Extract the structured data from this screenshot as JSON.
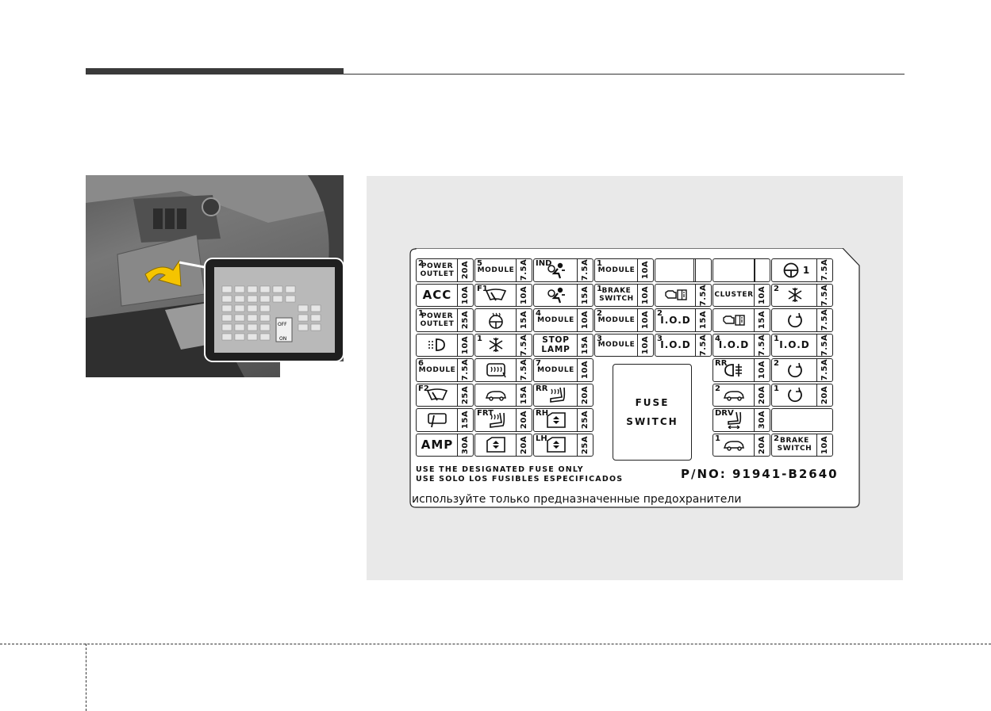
{
  "fuse_label": {
    "cells": [
      {
        "id": "c1",
        "num": "2",
        "lines": [
          "POWER",
          "OUTLET"
        ],
        "amp": "20A"
      },
      {
        "id": "c2",
        "lines": [
          "ACC"
        ],
        "amp": "10A",
        "big": true
      },
      {
        "id": "c3",
        "num": "1",
        "lines": [
          "POWER",
          "OUTLET"
        ],
        "amp": "25A"
      },
      {
        "id": "c4",
        "icon": "fog-lamp-icon",
        "amp": "10A"
      },
      {
        "id": "c5",
        "num": "6",
        "lines": [
          "MODULE"
        ],
        "amp": "7.5A"
      },
      {
        "id": "c6",
        "num": "F2",
        "icon": "wiper-icon",
        "amp": "25A"
      },
      {
        "id": "c7",
        "icon": "rear-wiper-icon",
        "amp": "15A"
      },
      {
        "id": "c8",
        "lines": [
          "AMP"
        ],
        "amp": "30A",
        "big": true
      },
      {
        "id": "c9",
        "num": "5",
        "lines": [
          "MODULE"
        ],
        "amp": "7.5A"
      },
      {
        "id": "c10",
        "num": "F1",
        "icon": "wiper-icon",
        "amp": "10A"
      },
      {
        "id": "c11",
        "icon": "heated-steering-icon",
        "amp": "15A"
      },
      {
        "id": "c12",
        "num": "1",
        "icon": "ac-snowflake-icon",
        "amp": "7.5A"
      },
      {
        "id": "c13",
        "icon": "rear-defroster-icon",
        "amp": "7.5A"
      },
      {
        "id": "c14",
        "icon": "car-side-icon",
        "amp": "15A"
      },
      {
        "id": "c15",
        "num": "FRT",
        "icon": "seat-heater-icon",
        "amp": "20A"
      },
      {
        "id": "c16",
        "icon": "power-window-icon",
        "amp": "20A"
      },
      {
        "id": "c17",
        "num": "IND",
        "icon": "airbag-icon",
        "amp": "7.5A"
      },
      {
        "id": "c18",
        "icon": "airbag-icon",
        "amp": "15A"
      },
      {
        "id": "c19",
        "num": "4",
        "lines": [
          "MODULE"
        ],
        "amp": "10A"
      },
      {
        "id": "c20",
        "lines": [
          "STOP",
          "LAMP"
        ],
        "amp": "15A",
        "md": true
      },
      {
        "id": "c21",
        "num": "7",
        "lines": [
          "MODULE"
        ],
        "amp": "10A"
      },
      {
        "id": "c22",
        "num": "RR",
        "icon": "seat-heater-icon",
        "amp": "20A"
      },
      {
        "id": "c23",
        "num": "RH",
        "icon": "power-window-icon",
        "amp": "25A"
      },
      {
        "id": "c24",
        "num": "LH",
        "icon": "power-window-icon",
        "amp": "25A"
      },
      {
        "id": "c25",
        "num": "1",
        "lines": [
          "MODULE"
        ],
        "amp": "10A"
      },
      {
        "id": "c26",
        "num": "1",
        "lines": [
          "BRAKE",
          "SWITCH"
        ],
        "amp": "10A"
      },
      {
        "id": "c27",
        "num": "2",
        "lines": [
          "MODULE"
        ],
        "amp": "10A"
      },
      {
        "id": "c28",
        "num": "3",
        "lines": [
          "MODULE"
        ],
        "amp": "10A"
      },
      {
        "id": "c29",
        "icon": "engine-manual-icon",
        "amp": "7.5A"
      },
      {
        "id": "c30",
        "num": "2",
        "lines": [
          "I.O.D"
        ],
        "amp": "15A",
        "iod": true
      },
      {
        "id": "c31",
        "num": "3",
        "lines": [
          "I.O.D"
        ],
        "amp": "7.5A",
        "iod": true
      },
      {
        "id": "c32",
        "lines": [
          "CLUSTER"
        ],
        "amp": "10A"
      },
      {
        "id": "c33",
        "icon": "engine-manual-icon",
        "amp": "15A"
      },
      {
        "id": "c34",
        "num": "4",
        "lines": [
          "I.O.D"
        ],
        "amp": "7.5A",
        "iod": true
      },
      {
        "id": "c35",
        "num": "RR",
        "icon": "rear-fog-icon",
        "amp": "10A"
      },
      {
        "id": "c36",
        "num": "2",
        "icon": "car-side-icon",
        "amp": "20A"
      },
      {
        "id": "c37",
        "num": "DRV",
        "icon": "power-seat-icon",
        "amp": "30A"
      },
      {
        "id": "c38",
        "num": "1",
        "icon": "car-side-icon",
        "amp": "20A"
      },
      {
        "id": "c39",
        "icon": "steering-wheel-icon",
        "amp": "7.5A",
        "suffix": "1"
      },
      {
        "id": "c40",
        "num": "2",
        "icon": "ac-snowflake-icon",
        "amp": "7.5A"
      },
      {
        "id": "c41",
        "icon": "rotation-icon",
        "amp": "7.5A"
      },
      {
        "id": "c42",
        "num": "1",
        "lines": [
          "I.O.D"
        ],
        "amp": "7.5A",
        "iod": true
      },
      {
        "id": "c43",
        "num": "2",
        "icon": "rotation-icon",
        "amp": "7.5A"
      },
      {
        "id": "c44",
        "num": "1",
        "icon": "rotation-icon",
        "amp": "20A"
      },
      {
        "id": "c45",
        "num": "2",
        "lines": [
          "BRAKE",
          "SWITCH"
        ],
        "amp": "10A"
      }
    ],
    "fuse_switch": [
      "FUSE",
      "SWITCH"
    ],
    "warning_en": "USE THE DESIGNATED FUSE ONLY",
    "warning_es": "USE SOLO LOS FUSIBLES ESPECIFICADOS",
    "part_number": "P/NO: 91941-B2640",
    "warning_ru": "используйте только предназначенные предохранители"
  },
  "photo_panel": {
    "switch_off": "OFF",
    "switch_on": "ON"
  }
}
